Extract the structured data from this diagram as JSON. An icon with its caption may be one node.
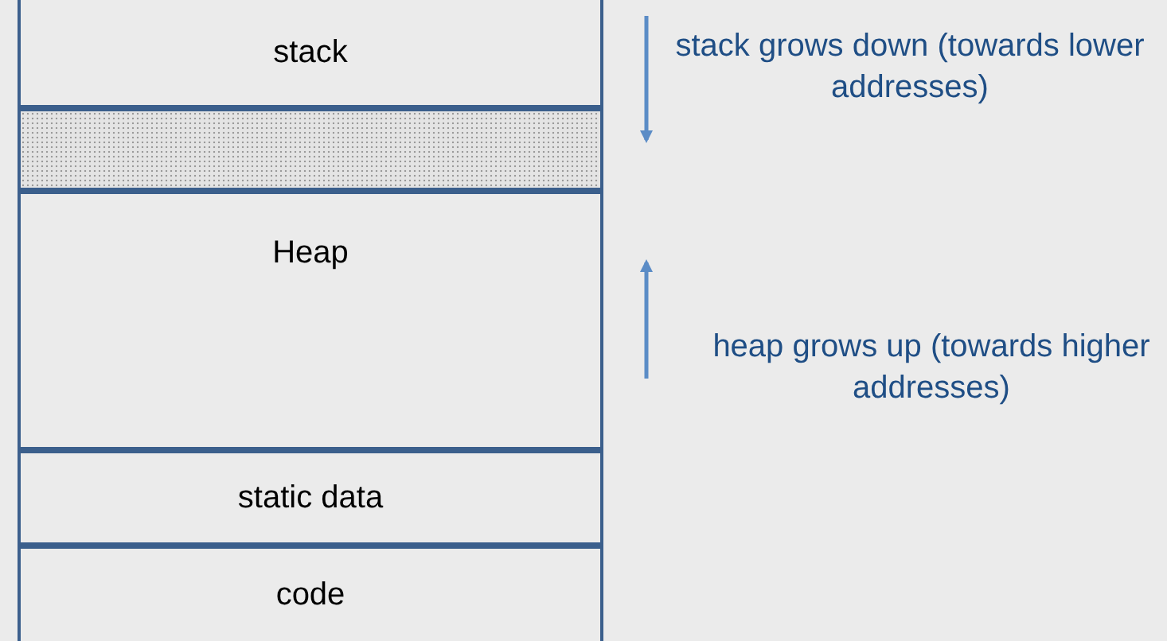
{
  "diagram": {
    "nodes": [
      {
        "text": [
          "stack"
        ]
      },
      {
        "text": [],
        "shape": "box"
      },
      {
        "text": [
          "Heap"
        ]
      },
      {
        "text": [
          "static data"
        ]
      },
      {
        "text": [
          "code"
        ]
      }
    ],
    "labels": [
      "stack grows down (towards lower addresses)",
      "heap grows up (towards higher addresses)"
    ]
  }
}
